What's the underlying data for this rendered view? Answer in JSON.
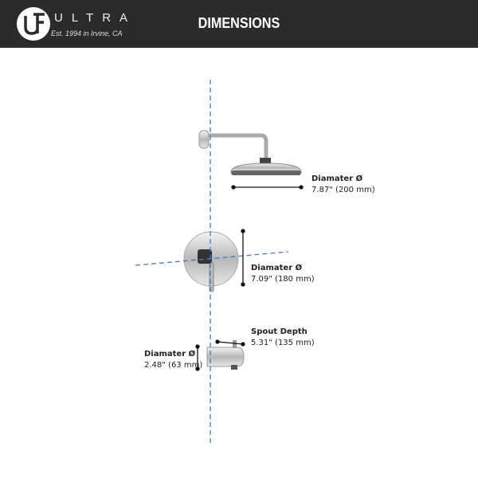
{
  "header": {
    "brand": "ULTRA",
    "tagline": "Est. 1994 in Irvine, CA",
    "title": "DIMENSIONS"
  },
  "dimensions": [
    {
      "label": "Diamater Ø",
      "value": "7.87\" (200 mm)"
    },
    {
      "label": "Diamater Ø",
      "value": "7.09\" (180 mm)"
    },
    {
      "label": "Spout Depth",
      "value": "5.31\" (135 mm)"
    },
    {
      "label": "Diamater Ø",
      "value": "2.48\" (63 mm)"
    }
  ],
  "colors": {
    "header": "#2b2b2b",
    "guide": "#4a78c8"
  }
}
